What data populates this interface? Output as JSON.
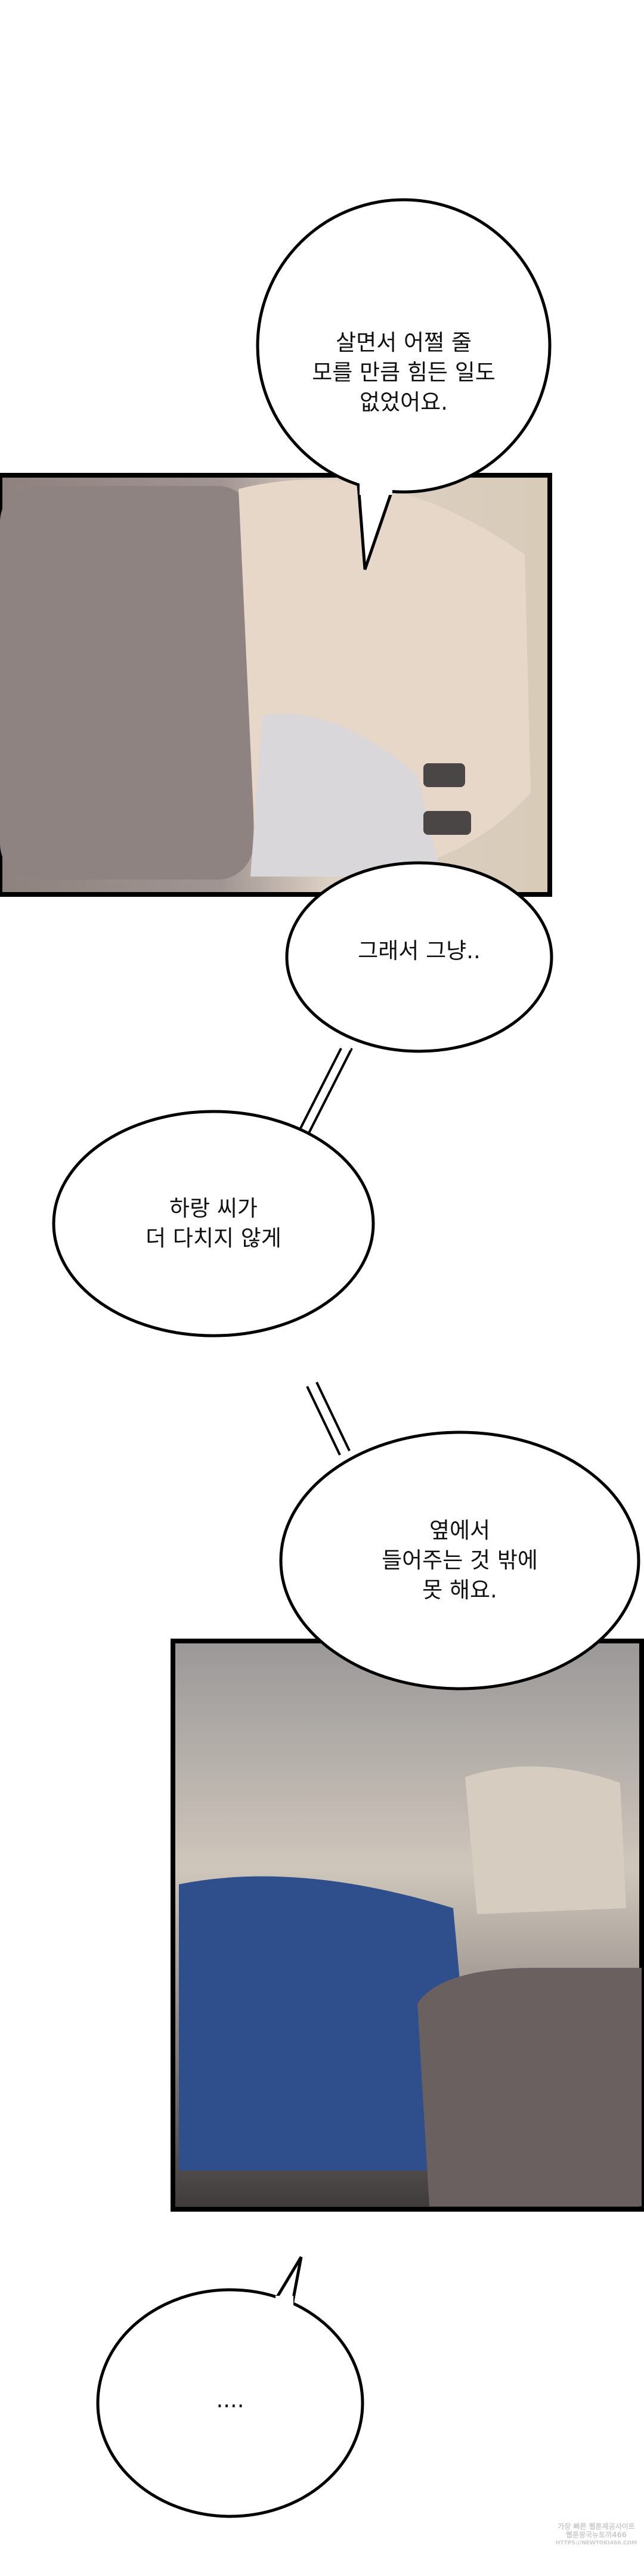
{
  "bubbles": [
    {
      "text": "살면서 어쩔 줄\n모를 만큼 힘든 일도\n없었어요."
    },
    {
      "text": "그래서 그냥.."
    },
    {
      "text": "하랑 씨가\n더 다치지 않게"
    },
    {
      "text": "옆에서\n들어주는 것 밖에\n못 해요."
    },
    {
      "text": "...."
    }
  ],
  "watermark": {
    "line1": "가장 빠른 웹툰제공사이트",
    "line2": "웹툰왕국뉴토끼466",
    "line3": "HTTPS://NEWTOKI466.COM"
  }
}
